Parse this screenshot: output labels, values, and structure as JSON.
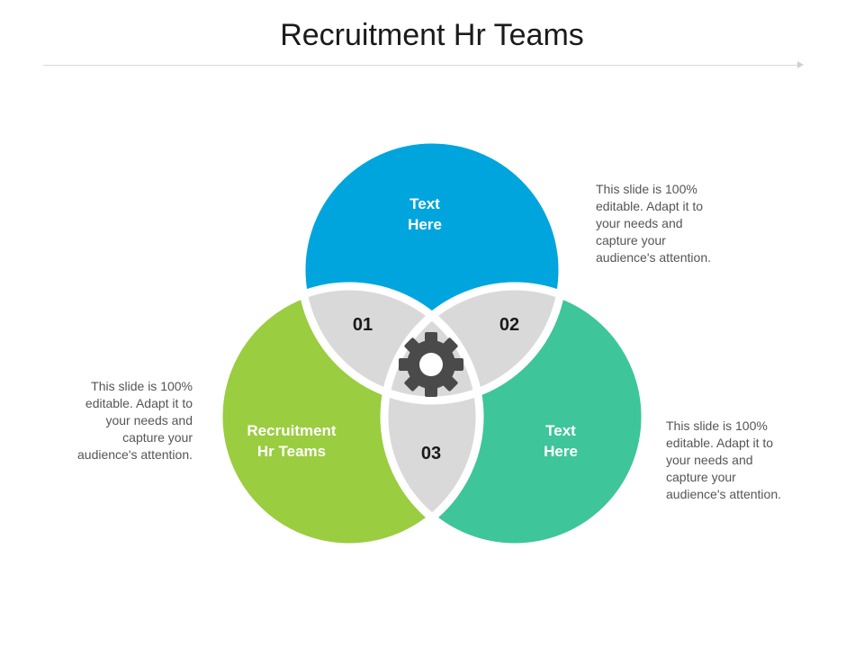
{
  "title": "Recruitment Hr Teams",
  "circles": {
    "top": {
      "label_line1": "Text",
      "label_line2": "Here",
      "color": "#00A5DE"
    },
    "left": {
      "label_line1": "Recruitment",
      "label_line2": "Hr Teams",
      "color": "#9ACD3F"
    },
    "right": {
      "label_line1": "Text",
      "label_line2": "Here",
      "color": "#3EC59A"
    }
  },
  "intersections": {
    "n01": "01",
    "n02": "02",
    "n03": "03",
    "color": "#D9D9D9"
  },
  "center_icon": "gear-icon",
  "descriptions": {
    "top_right": [
      "This slide is 100%",
      "editable. Adapt it to",
      "your needs and",
      "capture your",
      "audience's attention."
    ],
    "left": [
      "This slide is 100%",
      "editable. Adapt it to",
      "your needs and",
      "capture your",
      "audience's attention."
    ],
    "bottom_right": [
      "This slide is 100%",
      "editable. Adapt it to",
      "your needs and",
      "capture your",
      "audience's attention."
    ]
  }
}
